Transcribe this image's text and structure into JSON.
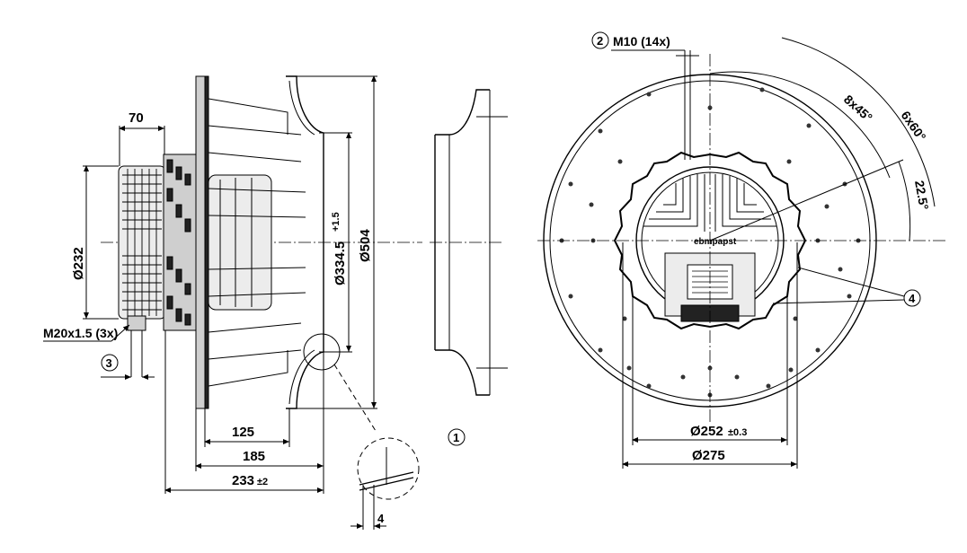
{
  "dimensions": {
    "motor_width": "70",
    "motor_diameter": "Ø232",
    "cable_gland": "M20x1.5 (3x)",
    "callout_3": "3",
    "inlet_diameter_value": "Ø334.5",
    "inlet_diameter_tol": "+1.5",
    "outer_diameter": "Ø504",
    "depth_125": "125",
    "depth_185": "185",
    "depth_233_value": "233",
    "depth_233_tol": "±2",
    "callout_1": "1",
    "detail_thickness": "4",
    "callout_2": "2",
    "mount_thread": "M10 (14x)",
    "angle_8x45": "8x45°",
    "angle_6x60": "6x60°",
    "angle_225": "22.5°",
    "callout_4": "4",
    "bolt_circle_value": "Ø252",
    "bolt_circle_tol": "±0.3",
    "flange_diameter": "Ø275",
    "brand_logo": "ebmpapst"
  }
}
